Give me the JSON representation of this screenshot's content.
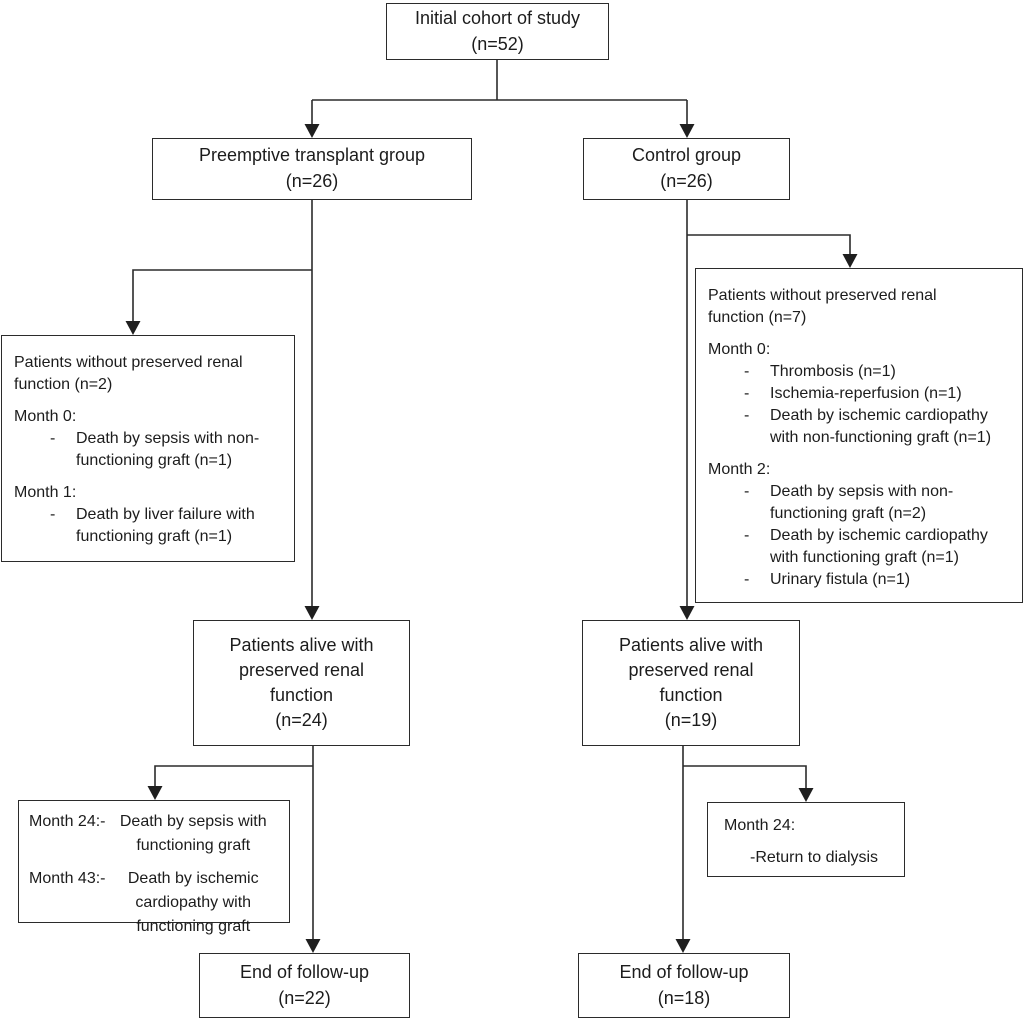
{
  "diagram": {
    "top_box": {
      "text": "Initial cohort of study\n(n=52)"
    },
    "left_group_box": {
      "text": "Preemptive transplant group\n(n=26)"
    },
    "right_group_box": {
      "text": "Control group\n(n=26)"
    },
    "left_exclusion_box": {
      "items": [
        {
          "marker": "",
          "text": "Patients without preserved renal\nfunction (n=2)"
        },
        {
          "marker": "",
          "text": "Month 0:"
        },
        {
          "marker": "-",
          "text": "Death by sepsis with non-\nfunctioning graft (n=1)"
        },
        {
          "marker": "",
          "text": "Month 1:"
        },
        {
          "marker": "-",
          "text": "Death by liver failure with\nfunctioning graft (n=1)"
        }
      ]
    },
    "right_exclusion_box": {
      "items": [
        {
          "marker": "",
          "text": "Patients without preserved renal\nfunction (n=7)"
        },
        {
          "marker": "",
          "text": "Month 0:"
        },
        {
          "marker": "-",
          "text": "Thrombosis (n=1)"
        },
        {
          "marker": "-",
          "text": "Ischemia-reperfusion (n=1)"
        },
        {
          "marker": "-",
          "text": "Death by ischemic cardiopathy\nwith non-functioning graft (n=1)"
        },
        {
          "marker": "",
          "text": "Month 2:"
        },
        {
          "marker": "-",
          "text": "Death by sepsis with non-\nfunctioning graft (n=2)"
        },
        {
          "marker": "-",
          "text": "Death by ischemic cardiopathy\nwith functioning graft (n=1)"
        },
        {
          "marker": "-",
          "text": "Urinary fistula (n=1)"
        }
      ]
    },
    "left_alive_box": {
      "text": "Patients alive with\npreserved renal\nfunction\n(n=24)"
    },
    "right_alive_box": {
      "text": "Patients alive with\npreserved renal\nfunction\n(n=19)"
    },
    "left_late_box": {
      "entries": [
        {
          "label": "Month 24:-",
          "text": "Death by sepsis with\nfunctioning graft"
        },
        {
          "label": "Month 43:-",
          "text": "Death by ischemic\ncardiopathy with\nfunctioning graft"
        }
      ]
    },
    "right_late_box": {
      "heading": "Month 24:",
      "detail": "-Return to dialysis"
    },
    "left_end_box": {
      "text": "End of follow-up\n(n=22)"
    },
    "right_end_box": {
      "text": "End of follow-up\n(n=18)"
    },
    "colors": {
      "line": "#2b2b2b",
      "text": "#1c1c1c",
      "box_fill": "#ffffff",
      "background": "#ffffff"
    }
  }
}
